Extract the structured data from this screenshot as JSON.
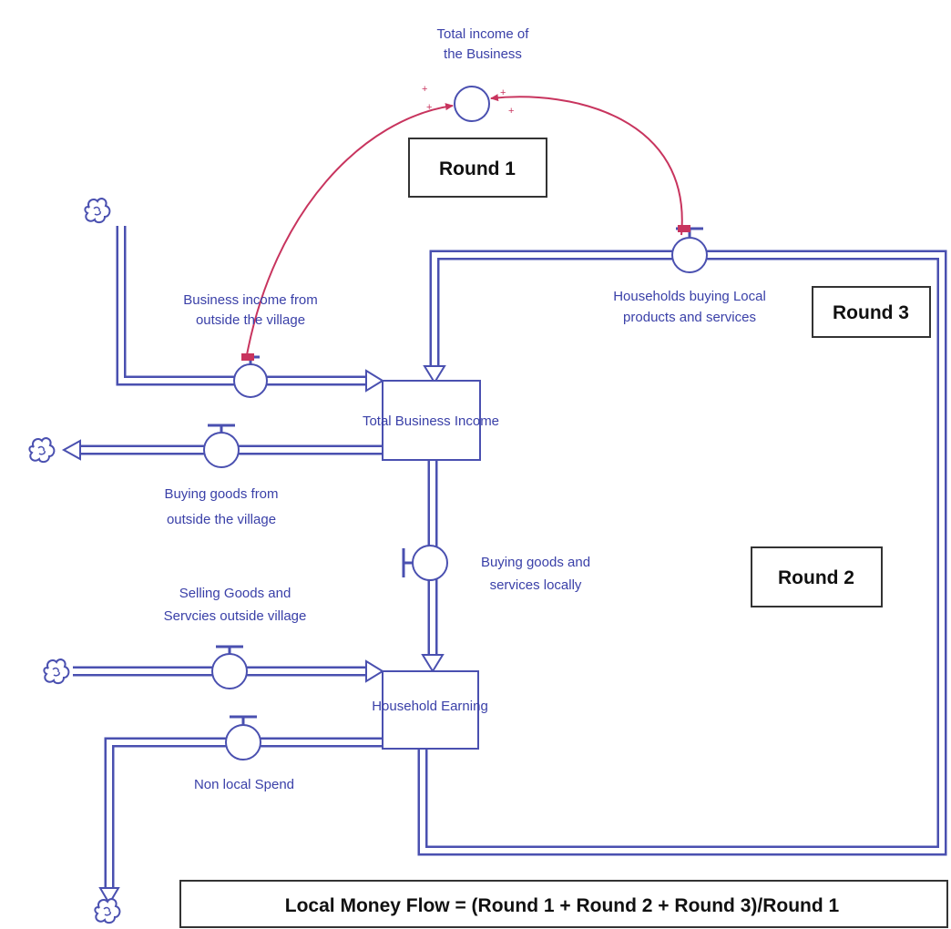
{
  "labels": {
    "total_income_line1": "Total income of",
    "total_income_line2": "the Business",
    "business_income_line1": "Business income from",
    "business_income_line2": "outside the village",
    "households_buying_line1": "Households buying Local",
    "households_buying_line2": "products and services",
    "buying_goods_outside_line1": "Buying goods from",
    "buying_goods_outside_line2": "outside the village",
    "buying_goods_locally_line1": "Buying goods and",
    "buying_goods_locally_line2": "services locally",
    "selling_goods_line1": "Selling Goods and",
    "selling_goods_line2": "Servcies outside village",
    "non_local_spend": "Non local Spend"
  },
  "stocks": {
    "total_business_income": "Total Business Income",
    "household_earning": "Household Earning"
  },
  "rounds": {
    "round1": "Round 1",
    "round2": "Round 2",
    "round3": "Round 3"
  },
  "formula": "Local Money Flow = (Round 1 + Round 2 + Round 3)/Round 1",
  "polarity": [
    "+",
    "+",
    "+",
    "+"
  ],
  "colors": {
    "flow": "#4a50b0",
    "flow_fill": "#ffffff",
    "link": "#c8345e",
    "text": "#3a40a8",
    "box_border": "#333333"
  },
  "icons": [
    "cloud-source-icon",
    "cloud-sink-icon",
    "valve-icon"
  ]
}
